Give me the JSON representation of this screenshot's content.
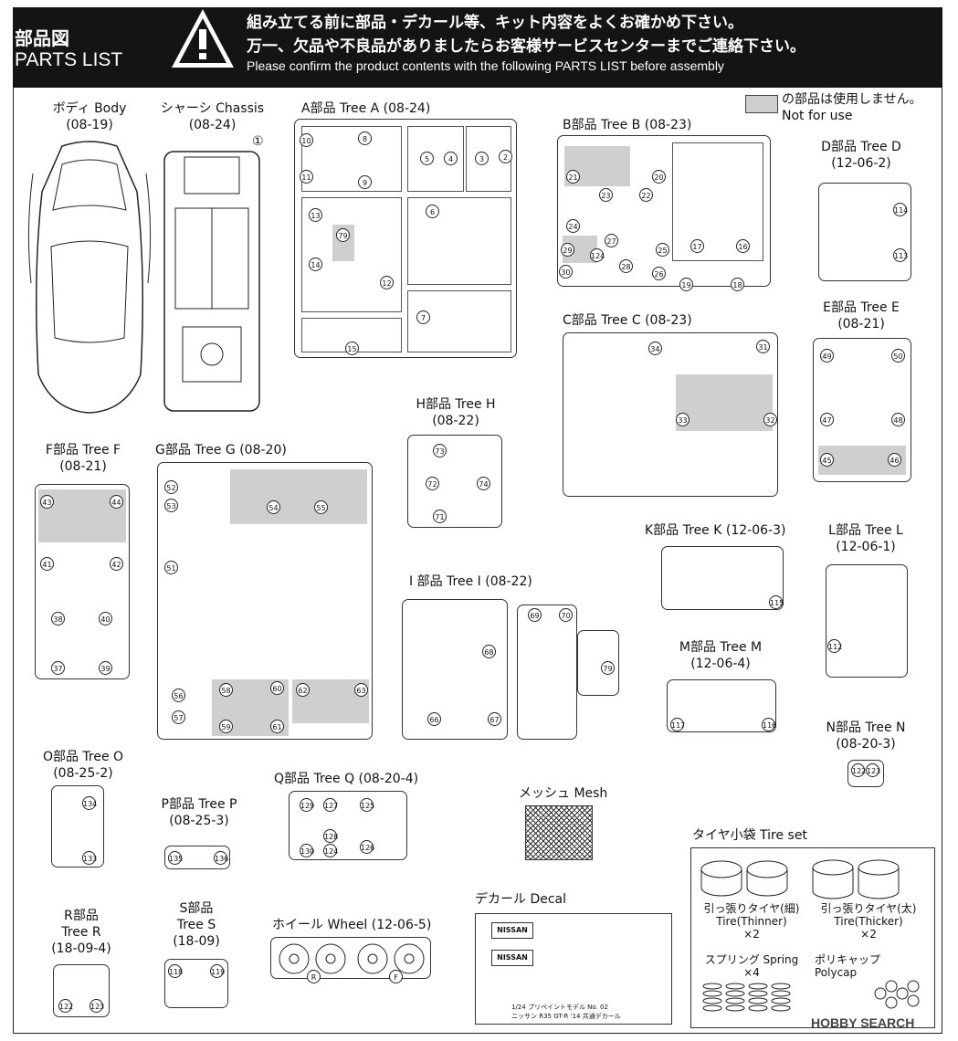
{
  "header": {
    "title_jp": "部品図",
    "title_en": "PARTS LIST",
    "line1": "組み立てる前に部品・デカール等、キット内容をよくお確かめ下さい。",
    "line2": "万一、欠品や不良品がありましたらお客様サービスセンターまでご連絡下さい。",
    "line3": "Please confirm the product contents with the following PARTS LIST before assembly"
  },
  "legend": {
    "jp": "の部品は使用しません。",
    "en": "Not for use"
  },
  "labels": {
    "body": "ボディ Body",
    "body_code": "(08-19)",
    "chassis": "シャーシ Chassis",
    "chassis_code": "(08-24)",
    "chassis_num": "①",
    "treeA": "A部品 Tree A (08-24)",
    "treeB": "B部品 Tree B (08-23)",
    "treeD": "D部品 Tree D",
    "treeD_code": "(12-06-2)",
    "treeC": "C部品 Tree C (08-23)",
    "treeE": "E部品 Tree E",
    "treeE_code": "(08-21)",
    "treeH": "H部品 Tree H",
    "treeH_code": "(08-22)",
    "treeF": "F部品 Tree F",
    "treeF_code": "(08-21)",
    "treeG": "G部品 Tree G (08-20)",
    "treeK": "K部品 Tree K (12-06-3)",
    "treeL": "L部品 Tree L",
    "treeL_code": "(12-06-1)",
    "treeI": "I  部品 Tree I (08-22)",
    "treeM": "M部品 Tree M",
    "treeM_code": "(12-06-4)",
    "treeN": "N部品 Tree N",
    "treeN_code": "(08-20-3)",
    "treeO": "O部品 Tree O",
    "treeO_code": "(08-25-2)",
    "treeQ": "Q部品 Tree Q (08-20-4)",
    "treeP": "P部品 Tree P",
    "treeP_code": "(08-25-3)",
    "mesh": "メッシュ Mesh",
    "tireset": "タイヤ小袋 Tire set",
    "tire_thin_jp": "引っ張りタイヤ(細)",
    "tire_thin_en": "Tire(Thinner)",
    "tire_thin_qty": "×2",
    "tire_thick_jp": "引っ張りタイヤ(太)",
    "tire_thick_en": "Tire(Thicker)",
    "tire_thick_qty": "×2",
    "spring": "スプリング Spring",
    "spring_qty": "×4",
    "polycap_jp": "ポリキャップ",
    "polycap_en": "Polycap",
    "decal": "デカール Decal",
    "decal_brand": "NISSAN",
    "decal_caption1": "1/24 プリペイントモデル No. 02",
    "decal_caption2": "ニッサン R35 GT-R '14  共通デカール",
    "treeR": "R部品",
    "treeR2": "Tree R",
    "treeR_code": "(18-09-4)",
    "treeS": "S部品",
    "treeS2": "Tree S",
    "treeS_code": "(18-09)",
    "wheel": "ホイール Wheel (12-06-5)",
    "wheel_r": "R",
    "wheel_f": "F",
    "watermark": "HOBBY SEARCH"
  },
  "part_numbers": {
    "A": [
      "10",
      "8",
      "11",
      "9",
      "5",
      "4",
      "3",
      "2",
      "13",
      "79",
      "14",
      "12",
      "6",
      "7",
      "15"
    ],
    "B": [
      "21",
      "20",
      "23",
      "22",
      "24",
      "29",
      "124",
      "27",
      "25",
      "30",
      "28",
      "26",
      "19",
      "18",
      "17",
      "16"
    ],
    "D": [
      "114",
      "113"
    ],
    "C": [
      "34",
      "31",
      "33",
      "32"
    ],
    "E": [
      "49",
      "50",
      "47",
      "48",
      "45",
      "46"
    ],
    "H": [
      "73",
      "72",
      "71",
      "74"
    ],
    "F": [
      "43",
      "44",
      "41",
      "42",
      "38",
      "40",
      "37",
      "39"
    ],
    "G": [
      "52",
      "53",
      "54",
      "55",
      "51",
      "56",
      "58",
      "60",
      "57",
      "59",
      "61",
      "62",
      "63"
    ],
    "K": [
      "115"
    ],
    "L": [
      "112"
    ],
    "I": [
      "68",
      "69",
      "70",
      "79",
      "66",
      "67"
    ],
    "M": [
      "117",
      "116"
    ],
    "N": [
      "122",
      "123"
    ],
    "O": [
      "134",
      "133"
    ],
    "Q": [
      "129",
      "127",
      "125",
      "128",
      "126",
      "130",
      "124"
    ],
    "P": [
      "135",
      "136"
    ],
    "R": [
      "122",
      "123"
    ],
    "S": [
      "118",
      "119"
    ]
  }
}
